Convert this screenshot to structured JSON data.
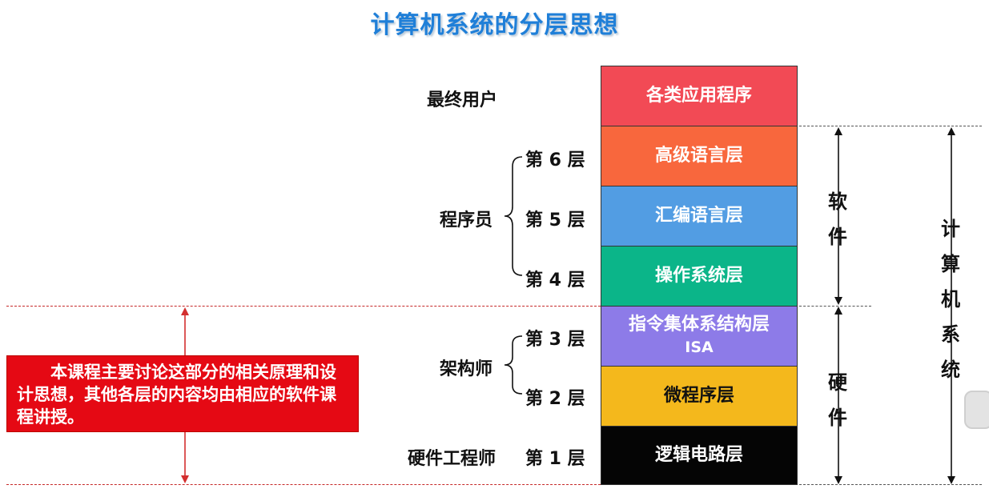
{
  "title": "计算机系统的分层思想",
  "layers": [
    {
      "name": "各类应用程序",
      "color": "#f24a55"
    },
    {
      "name": "高级语言层",
      "color": "#f8673d"
    },
    {
      "name": "汇编语言层",
      "color": "#529de3"
    },
    {
      "name": "操作系统层",
      "color": "#0bb589"
    },
    {
      "name": "指令集体系结构层",
      "sub": "ISA",
      "color": "#8d7be8"
    },
    {
      "name": "微程序层",
      "color": "#f4b81c"
    },
    {
      "name": "逻辑电路层",
      "color": "#050505"
    }
  ],
  "level_labels": [
    "第 6 层",
    "第 5 层",
    "第 4 层",
    "第 3 层",
    "第 2 层",
    "第 1 层"
  ],
  "roles": {
    "end_user": "最终用户",
    "programmer": "程序员",
    "architect": "架构师",
    "hardware_engineer": "硬件工程师"
  },
  "side": {
    "software": [
      "软",
      "件"
    ],
    "hardware": [
      "硬",
      "件"
    ],
    "system": [
      "计",
      "算",
      "机",
      "系",
      "统"
    ]
  },
  "note": "本课程主要讨论这部分的相关原理和设计思想，其他各层的内容均由相应的软件课程讲授。"
}
